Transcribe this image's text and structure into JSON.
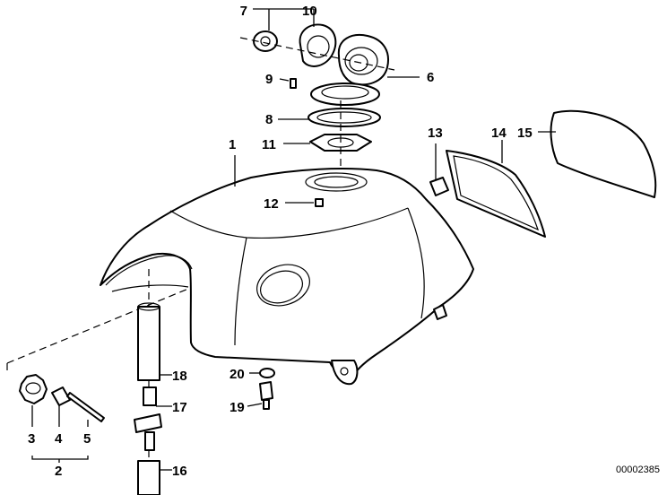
{
  "diagram": {
    "labels": {
      "p1": "1",
      "p2": "2",
      "p3": "3",
      "p4": "4",
      "p5": "5",
      "p6": "6",
      "p7": "7",
      "p8": "8",
      "p9": "9",
      "p10": "10",
      "p11": "11",
      "p12": "12",
      "p13": "13",
      "p14": "14",
      "p15": "15",
      "p16": "16",
      "p17": "17",
      "p18": "18",
      "p19": "19",
      "p20": "20"
    },
    "reference_number": "00002385",
    "line_color": "#000000",
    "background_color": "#ffffff"
  }
}
